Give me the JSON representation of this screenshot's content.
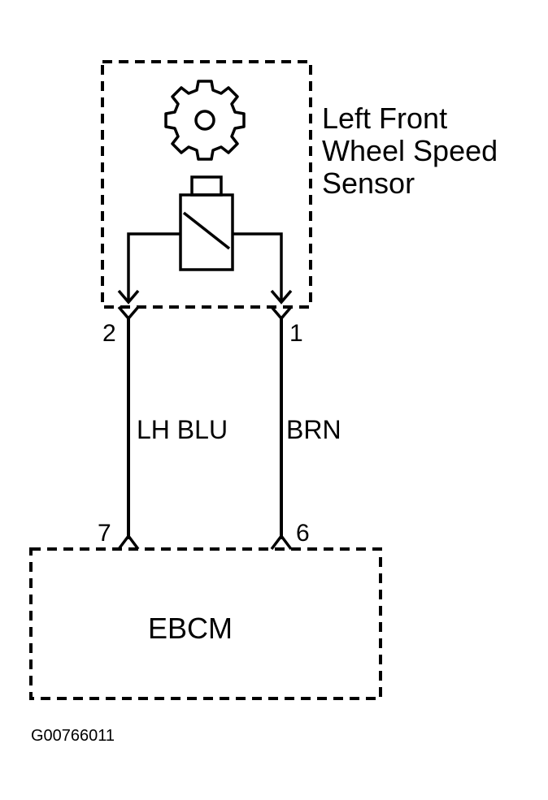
{
  "sensor": {
    "label_lines": [
      "Left Front",
      "Wheel Speed",
      "Sensor"
    ]
  },
  "connectors": {
    "sensor_pin_left": "2",
    "sensor_pin_right": "1",
    "module_pin_left": "7",
    "module_pin_right": "6"
  },
  "wires": {
    "left_label": "LH BLU",
    "right_label": "BRN"
  },
  "module": {
    "label": "EBCM"
  },
  "figure_id": "G00766011"
}
